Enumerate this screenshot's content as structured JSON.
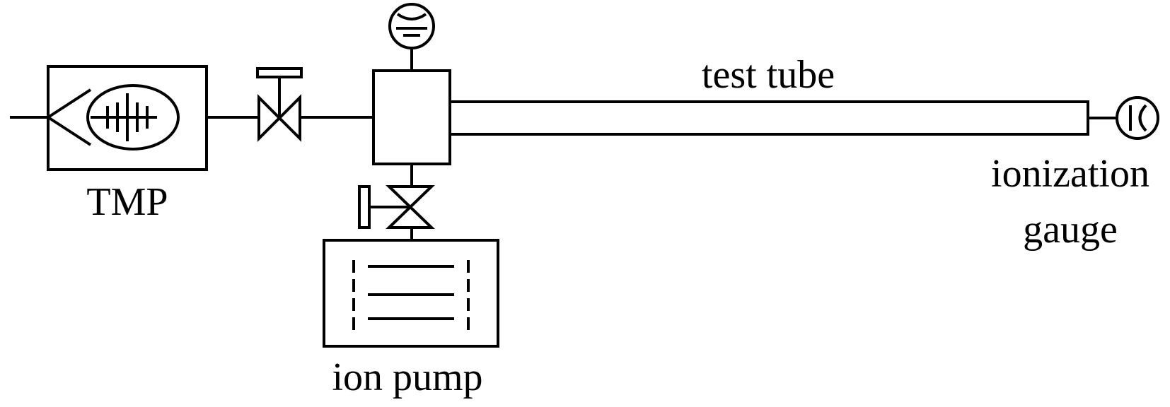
{
  "diagram": {
    "labels": {
      "tmp": "TMP",
      "ion_pump": "ion pump",
      "test_tube": "test tube",
      "ionization_gauge_line1": "ionization",
      "ionization_gauge_line2": "gauge"
    },
    "components": [
      {
        "id": "tmp",
        "kind": "turbomolecular-pump",
        "label": "TMP"
      },
      {
        "id": "valve-tmp",
        "kind": "valve"
      },
      {
        "id": "chamber",
        "kind": "vacuum-chamber"
      },
      {
        "id": "chamber-gauge",
        "kind": "pressure-gauge"
      },
      {
        "id": "valve-ion-pump",
        "kind": "valve"
      },
      {
        "id": "ion-pump",
        "kind": "ion-pump",
        "label": "ion pump"
      },
      {
        "id": "test-tube",
        "kind": "tube",
        "label": "test tube"
      },
      {
        "id": "ionization-gauge",
        "kind": "ionization-gauge",
        "label": "ionization gauge"
      }
    ],
    "connections": [
      [
        "tmp",
        "valve-tmp"
      ],
      [
        "valve-tmp",
        "chamber"
      ],
      [
        "chamber",
        "chamber-gauge"
      ],
      [
        "chamber",
        "valve-ion-pump"
      ],
      [
        "valve-ion-pump",
        "ion-pump"
      ],
      [
        "chamber",
        "test-tube"
      ],
      [
        "test-tube",
        "ionization-gauge"
      ]
    ],
    "colors": {
      "stroke": "#000000",
      "background": "#ffffff"
    }
  }
}
